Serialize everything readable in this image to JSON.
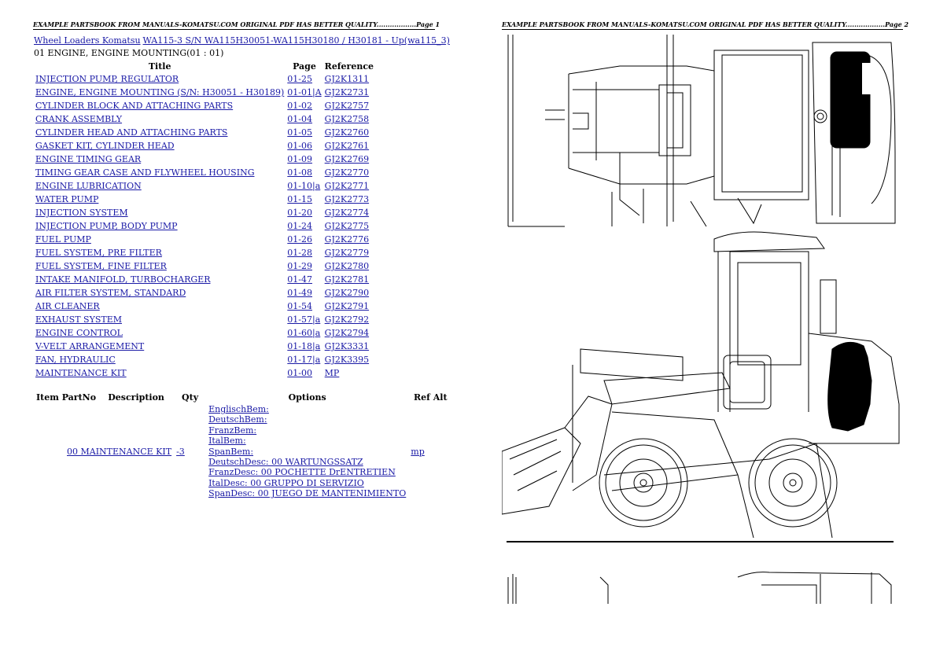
{
  "header": {
    "left": "EXAMPLE PARTSBOOK FROM MANUALS-KOMATSU.COM ORIGINAL PDF HAS BETTER QUALITY..................Page 1",
    "right": "EXAMPLE PARTSBOOK FROM MANUALS-KOMATSU.COM ORIGINAL PDF HAS BETTER QUALITY..................Page 2"
  },
  "breadcrumb": {
    "crumb1": "Wheel Loaders Komatsu",
    "crumb2": "WA115-3 S/N WA115H30051-WA115H30180 / H30181 - Up(wa115_3)"
  },
  "section_title": "01 ENGINE, ENGINE MOUNTING(01 : 01)",
  "toc": {
    "headers": {
      "title": "Title",
      "page": "Page",
      "reference": "Reference"
    },
    "rows": [
      {
        "title": "INJECTION PUMP, REGULATOR",
        "page": "01-25",
        "ref": "GJ2K1311"
      },
      {
        "title": "ENGINE, ENGINE MOUNTING (S/N: H30051 - H30189)",
        "page": "01-01|A",
        "ref": "GJ2K2731"
      },
      {
        "title": "CYLINDER BLOCK AND ATTACHING PARTS",
        "page": "01-02",
        "ref": "GJ2K2757"
      },
      {
        "title": "CRANK ASSEMBLY",
        "page": "01-04",
        "ref": "GJ2K2758"
      },
      {
        "title": "CYLINDER HEAD AND ATTACHING PARTS",
        "page": "01-05",
        "ref": "GJ2K2760"
      },
      {
        "title": "GASKET KIT, CYLINDER HEAD",
        "page": "01-06",
        "ref": "GJ2K2761"
      },
      {
        "title": "ENGINE TIMING GEAR",
        "page": "01-09",
        "ref": "GJ2K2769"
      },
      {
        "title": "TIMING GEAR CASE AND FLYWHEEL HOUSING",
        "page": "01-08",
        "ref": "GJ2K2770"
      },
      {
        "title": "ENGINE LUBRICATION",
        "page": "01-10|a",
        "ref": "GJ2K2771"
      },
      {
        "title": "WATER PUMP",
        "page": "01-15",
        "ref": "GJ2K2773"
      },
      {
        "title": "INJECTION SYSTEM",
        "page": "01-20",
        "ref": "GJ2K2774"
      },
      {
        "title": "INJECTION PUMP, BODY PUMP",
        "page": "01-24",
        "ref": "GJ2K2775"
      },
      {
        "title": "FUEL PUMP",
        "page": "01-26",
        "ref": "GJ2K2776"
      },
      {
        "title": "FUEL SYSTEM, PRE FILTER",
        "page": "01-28",
        "ref": "GJ2K2779"
      },
      {
        "title": "FUEL SYSTEM, FINE FILTER",
        "page": "01-29",
        "ref": "GJ2K2780"
      },
      {
        "title": "INTAKE MANIFOLD, TURBOCHARGER",
        "page": "01-47",
        "ref": "GJ2K2781"
      },
      {
        "title": "AIR FILTER SYSTEM, STANDARD",
        "page": "01-49",
        "ref": "GJ2K2790"
      },
      {
        "title": "AIR CLEANER",
        "page": "01-54",
        "ref": "GJ2K2791"
      },
      {
        "title": "EXHAUST SYSTEM",
        "page": "01-57|a",
        "ref": "GJ2K2792"
      },
      {
        "title": "ENGINE CONTROL",
        "page": "01-60|a",
        "ref": "GJ2K2794"
      },
      {
        "title": "V-VELT ARRANGEMENT",
        "page": "01-18|a",
        "ref": "GJ2K3331"
      },
      {
        "title": "FAN, HYDRAULIC",
        "page": "01-17|a",
        "ref": "GJ2K3395"
      },
      {
        "title": "MAINTENANCE KIT",
        "page": "01-00",
        "ref": "MP"
      }
    ]
  },
  "items": {
    "headers": {
      "item_partno": "Item PartNo",
      "description": "Description",
      "qty": "Qty",
      "options": "Options",
      "ref_alt": "Ref Alt"
    },
    "row": {
      "partno": "00 MAINTENANCE KIT",
      "qty": "-3",
      "options": [
        "EnglischBem:",
        "DeutschBem:",
        "FranzBem:",
        "ItalBem:",
        "SpanBem:",
        "DeutschDesc: 00 WARTUNGSSATZ",
        "FranzDesc: 00 POCHETTE DrENTRETIEN",
        "ItalDesc: 00 GRUPPO DI SERVIZIO",
        "SpanDesc: 00 JUEGO DE MANTENIMIENTO"
      ],
      "ref": "mp"
    }
  },
  "colors": {
    "link": "#1a1aa6",
    "text": "#000000"
  }
}
